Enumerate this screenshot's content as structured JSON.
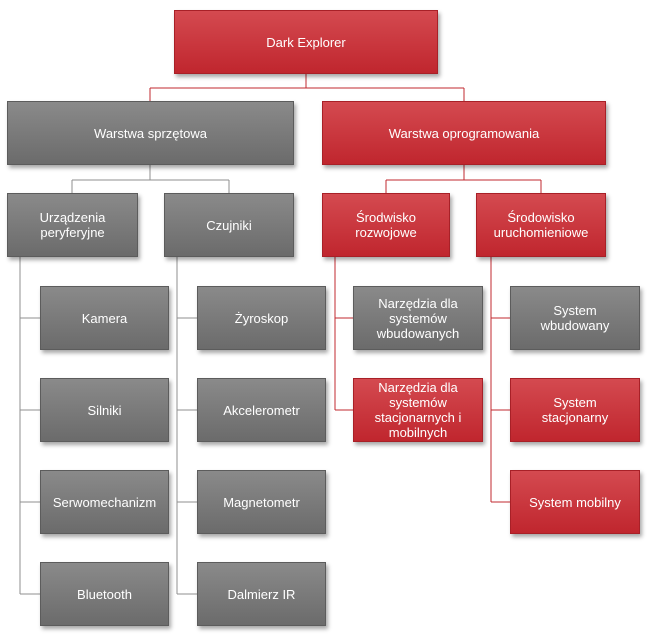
{
  "colors": {
    "red": "#c9353c",
    "gray": "#767676",
    "line_red": "#c0282f",
    "line_gray": "#8f8f8f"
  },
  "root": {
    "label": "Dark Explorer"
  },
  "hardware": {
    "label": "Warstwa sprzętowa",
    "peripherals": {
      "label": "Urządzenia peryferyjne",
      "items": [
        "Kamera",
        "Silniki",
        "Serwomechanizm",
        "Bluetooth"
      ]
    },
    "sensors": {
      "label": "Czujniki",
      "items": [
        "Żyroskop",
        "Akcelerometr",
        "Magnetometr",
        "Dalmierz IR"
      ]
    }
  },
  "software": {
    "label": "Warstwa oprogramowania",
    "dev_env": {
      "label": "Środwisko rozwojowe",
      "items": [
        "Narzędzia dla systemów wbudowanych",
        "Narzędzia dla systemów stacjonarnych i mobilnych"
      ]
    },
    "runtime_env": {
      "label": "Środowisko uruchomieniowe",
      "items": [
        "System wbudowany",
        "System stacjonarny",
        "System mobilny"
      ]
    }
  }
}
